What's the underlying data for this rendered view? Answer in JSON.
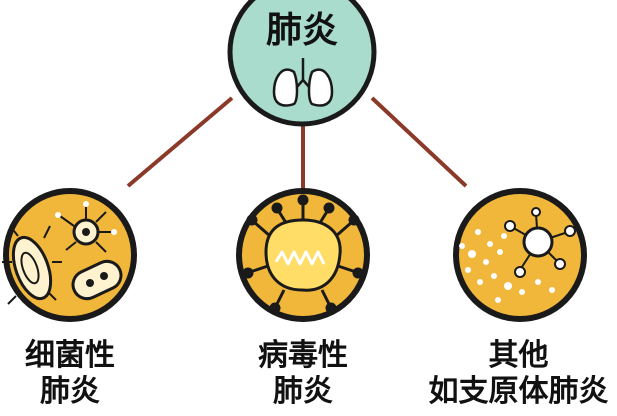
{
  "root": {
    "title": "肺炎",
    "icon": "lungs-icon"
  },
  "categories": [
    {
      "line1": "细菌性",
      "line2": "肺炎",
      "icon": "bacteria-icon"
    },
    {
      "line1": "病毒性",
      "line2": "肺炎",
      "icon": "virus-icon"
    },
    {
      "line1": "其他",
      "line2": "如支原体肺炎",
      "icon": "mycoplasma-icon"
    }
  ],
  "colors": {
    "root_fill": "#a9dccd",
    "node_fill": "#f0b73b",
    "connector": "#8b3a2a",
    "outline": "#1a1a1a"
  }
}
